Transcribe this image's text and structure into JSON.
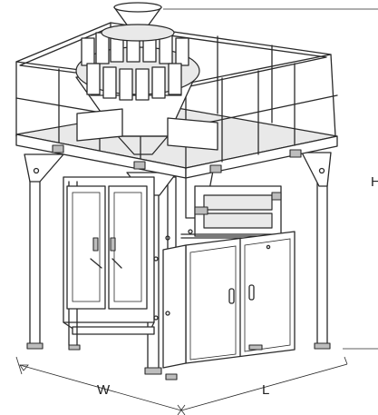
{
  "diagram": {
    "labels": {
      "width": "W",
      "length": "L",
      "height": "H"
    }
  }
}
